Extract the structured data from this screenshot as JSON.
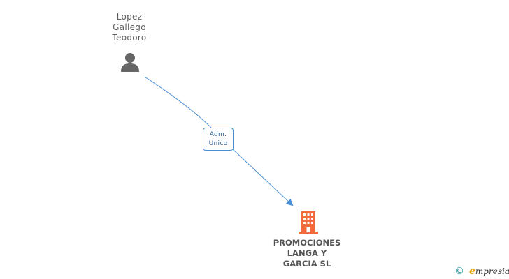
{
  "person": {
    "name_lines": [
      "Lopez",
      "Gallego",
      "Teodoro"
    ],
    "icon": "person-icon"
  },
  "relation": {
    "role_lines": [
      "Adm.",
      "Unico"
    ],
    "color": "#4a8fd6"
  },
  "company": {
    "name_lines": [
      "PROMOCIONES",
      "LANGA Y",
      "GARCIA SL"
    ],
    "icon": "building-icon",
    "color": "#f26a3d"
  },
  "watermark": {
    "symbol": "©",
    "brand_initial": "e",
    "brand_rest": "mpresia",
    "color": "#2a9aa8",
    "initial_color": "#e8a100"
  }
}
